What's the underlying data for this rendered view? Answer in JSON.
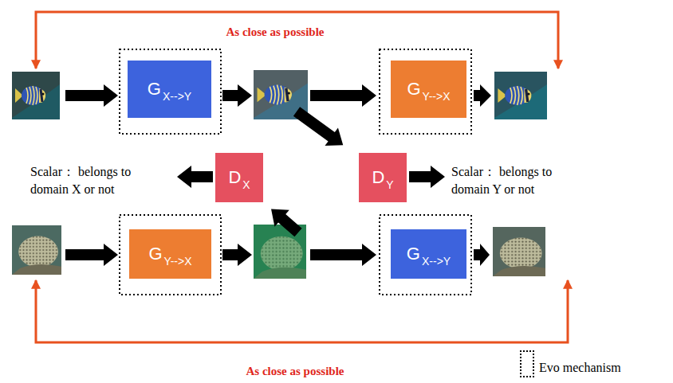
{
  "diagram": {
    "nodes": [
      {
        "text": [
          "G",
          "X-->Y"
        ]
      },
      {
        "text": [
          "G",
          "Y-->X"
        ]
      },
      {
        "text": [
          "D",
          "X"
        ]
      },
      {
        "text": [
          "D",
          "Y"
        ]
      },
      {
        "text": [
          "G",
          "Y-->X"
        ]
      },
      {
        "text": [
          "G",
          "X-->Y"
        ]
      }
    ],
    "labels": [
      "As close as possible",
      "Scalar： belongs to domain X or not",
      "Scalar： belongs to domain Y or not",
      "As close as possible"
    ],
    "legend": [
      {
        "text": "Evo mechanism"
      }
    ]
  }
}
